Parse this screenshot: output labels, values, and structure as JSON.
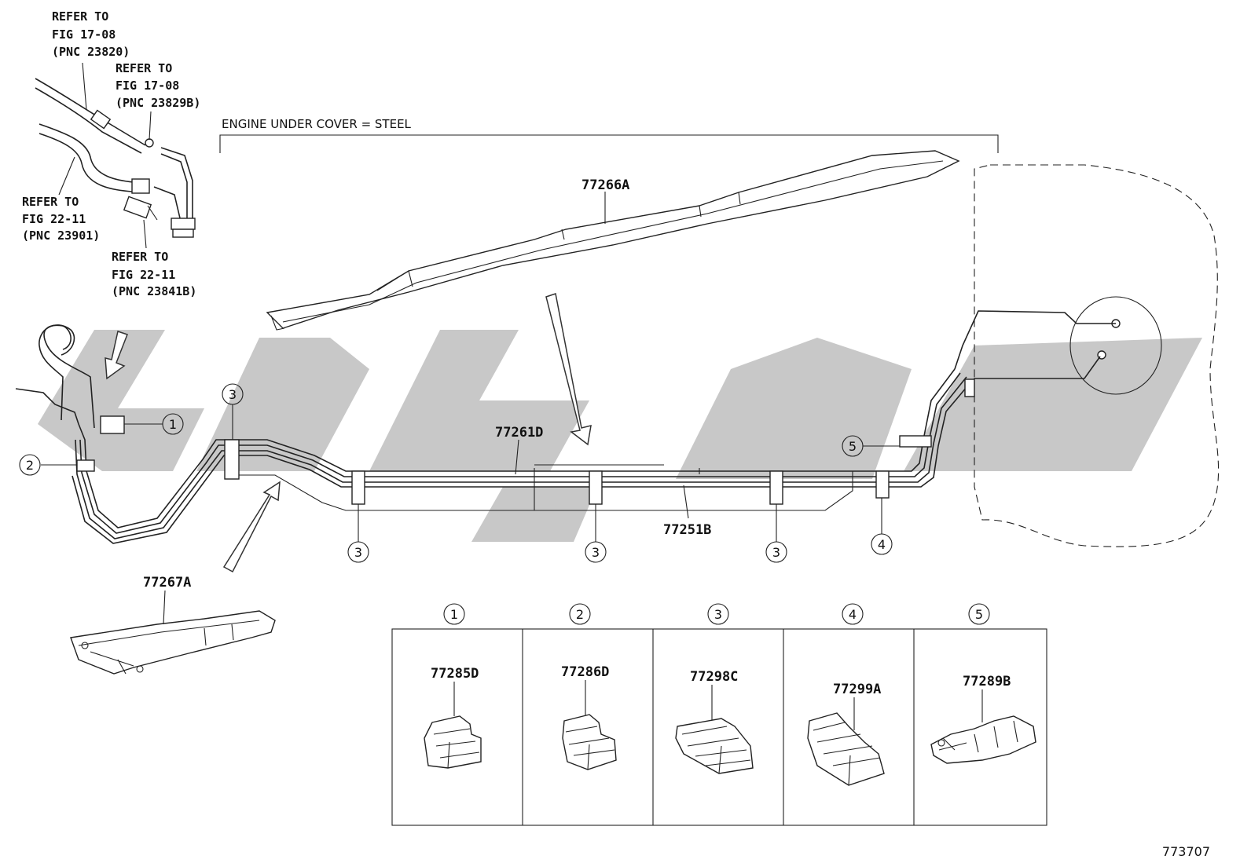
{
  "references": [
    {
      "lines": [
        "REFER TO",
        "FIG 17-08",
        "(PNC 23820)"
      ]
    },
    {
      "lines": [
        "REFER TO",
        "FIG 17-08",
        "(PNC 23829B)"
      ]
    },
    {
      "lines": [
        "REFER TO",
        "FIG 22-11",
        "(PNC 23901)"
      ]
    },
    {
      "lines": [
        "REFER TO",
        "FIG 22-11",
        "(PNC 23841B)"
      ]
    }
  ],
  "cover_note": "ENGINE UNDER COVER = STEEL",
  "part_numbers": {
    "cover_upper": "77266A",
    "cover_lower": "77267A",
    "tube_upper": "77261D",
    "tube_lower": "77251B"
  },
  "callouts": [
    "1",
    "2",
    "3",
    "3",
    "3",
    "3",
    "3",
    "4",
    "5"
  ],
  "clamp_table": [
    {
      "index": "1",
      "part": "77285D"
    },
    {
      "index": "2",
      "part": "77286D"
    },
    {
      "index": "3",
      "part": "77298C"
    },
    {
      "index": "4",
      "part": "77299A"
    },
    {
      "index": "5",
      "part": "77289B"
    }
  ],
  "figure_id": "773707"
}
